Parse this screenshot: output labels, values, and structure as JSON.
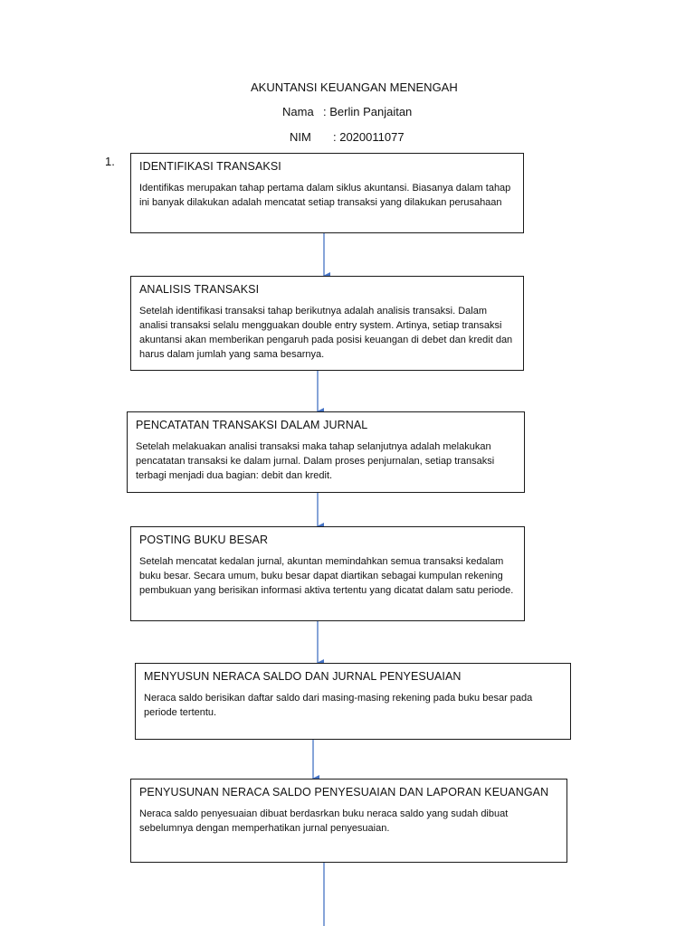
{
  "header": {
    "title": "AKUNTANSI KEUANGAN MENENGAH",
    "name_label": "Nama",
    "name_value": ": Berlin Panjaitan",
    "nim_label": "NIM",
    "nim_value": ": 2020011077"
  },
  "list_number": "1.",
  "steps": [
    {
      "title": "IDENTIFIKASI TRANSAKSI",
      "body": "Identifikas merupakan tahap pertama dalam siklus akuntansi. Biasanya dalam tahap ini banyak dilakukan adalah mencatat setiap transaksi yang dilakukan perusahaan"
    },
    {
      "title": "ANALISIS TRANSAKSI",
      "body": "Setelah identifikasi transaksi tahap berikutnya adalah analisis transaksi. Dalam analisi transaksi selalu mengguakan double entry system. Artinya, setiap transaksi akuntansi akan memberikan pengaruh pada posisi  keuangan di debet dan kredit dan harus dalam jumlah yang sama besarnya."
    },
    {
      "title": "PENCATATAN TRANSAKSI DALAM JURNAL",
      "body": "Setelah melakuakan analisi transaksi maka tahap selanjutnya adalah melakukan pencatatan transaksi ke dalam jurnal. Dalam proses penjurnalan, setiap transaksi terbagi menjadi dua bagian: debit dan kredit."
    },
    {
      "title": "POSTING BUKU BESAR",
      "body": "Setelah mencatat kedalan jurnal, akuntan memindahkan semua transaksi kedalam buku besar. Secara umum, buku besar dapat diartikan sebagai kumpulan rekening pembukuan yang berisikan informasi aktiva tertentu yang dicatat dalam satu periode."
    },
    {
      "title": "MENYUSUN NERACA SALDO DAN JURNAL PENYESUAIAN",
      "body": "Neraca saldo berisikan daftar saldo dari masing-masing rekening pada buku besar pada periode tertentu."
    },
    {
      "title": "PENYUSUNAN NERACA SALDO PENYESUAIAN DAN LAPORAN KEUANGAN",
      "body": "Neraca saldo penyesuaian dibuat berdasrkan buku neraca saldo yang sudah dibuat sebelumnya dengan memperhatikan jurnal penyesuaian."
    }
  ],
  "colors": {
    "arrow": "#4472c4",
    "border": "#1a1a1a"
  }
}
